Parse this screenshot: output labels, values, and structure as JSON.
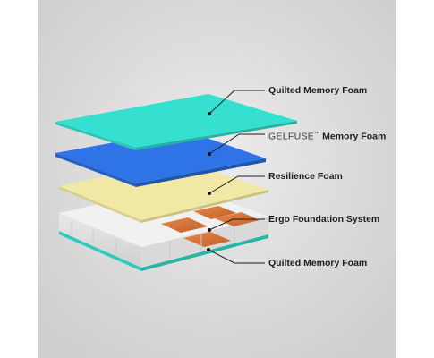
{
  "colors": {
    "background": "#dcdcdc",
    "quilted_top": "#36e0d0",
    "gelfuse": "#2f74e6",
    "resilience": "#f1e8a6",
    "ergo_cover": "#eeeeee",
    "ergo_inserts": "#d8733a",
    "quilted_bottom": "#2ecbbd"
  },
  "layers": [
    {
      "id": "quilted-top",
      "label": "Quilted Memory Foam"
    },
    {
      "id": "gelfuse",
      "brand": "GELFUSE",
      "tm": "™",
      "label": "Memory Foam"
    },
    {
      "id": "resilience",
      "label": "Resilience Foam"
    },
    {
      "id": "ergo",
      "label": "Ergo Foundation System"
    },
    {
      "id": "quilted-bottom",
      "label": "Quilted Memory Foam"
    }
  ]
}
